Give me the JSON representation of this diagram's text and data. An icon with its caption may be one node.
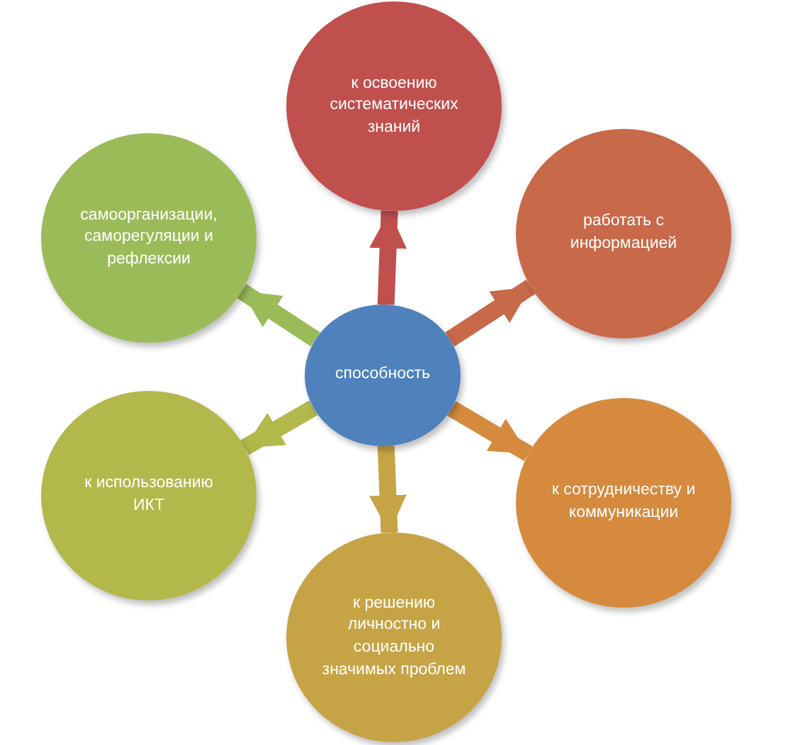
{
  "diagram": {
    "nodes": [
      {
        "text": [
          "способность"
        ]
      },
      {
        "text": [
          "к освоению систематических знаний"
        ]
      },
      {
        "text": [
          "работать с информацией"
        ]
      },
      {
        "text": [
          "к сотрудничеству и коммуникации"
        ]
      },
      {
        "text": [
          "к решению личностно и социально значимых проблем"
        ]
      },
      {
        "text": [
          "к использованию ИКТ"
        ]
      },
      {
        "text": [
          "самоорганизации, саморегуляции и рефлексии"
        ]
      }
    ],
    "edges": [
      {
        "from": 0,
        "to": 1,
        "arrow": "to",
        "color": "#c0504d"
      },
      {
        "from": 0,
        "to": 2,
        "arrow": "to",
        "color": "#c8694a"
      },
      {
        "from": 0,
        "to": 3,
        "arrow": "to",
        "color": "#d58a3e"
      },
      {
        "from": 0,
        "to": 4,
        "arrow": "to",
        "color": "#c6a445"
      },
      {
        "from": 0,
        "to": 5,
        "arrow": "to",
        "color": "#b3b84a"
      },
      {
        "from": 0,
        "to": 6,
        "arrow": "to",
        "color": "#9bbb59"
      }
    ]
  }
}
